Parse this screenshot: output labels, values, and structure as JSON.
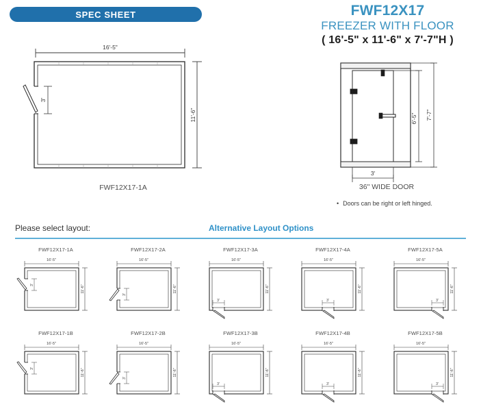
{
  "header": {
    "banner_label": "SPEC SHEET",
    "banner_color": "#2070ab",
    "title_model": "FWF12X17",
    "title_description": "FREEZER WITH FLOOR",
    "title_dimensions": "( 16'-5\" x 11'-6\" x 7'-7\"H )",
    "title_color": "#3a92c0"
  },
  "main_plan": {
    "caption": "FWF12X17-1A",
    "dim_width": "16'-5\"",
    "dim_depth": "11'-6\"",
    "dim_door": "3'"
  },
  "main_elevation": {
    "caption": "36\" WIDE DOOR",
    "dim_overall_height": "7'-7\"",
    "dim_door_height": "6'-5\"",
    "dim_door_width": "3'"
  },
  "notes": {
    "bullet_glyph": "•",
    "text": "Doors can be right or left hinged."
  },
  "select_bar": {
    "select_label": "Please select layout:",
    "alternative_label": "Alternative Layout Options",
    "rule_color": "#5fb0d8",
    "alt_color": "#2f91c8"
  },
  "thumbnails": {
    "dim_width": "16'-5\"",
    "dim_depth": "11'-6\"",
    "dim_door": "3'",
    "rows": [
      {
        "cells": [
          {
            "label": "FWF12X17-1A",
            "door": "left-upper"
          },
          {
            "label": "FWF12X17-2A",
            "door": "left-lower"
          },
          {
            "label": "FWF12X17-3A",
            "door": "bottom-left"
          },
          {
            "label": "FWF12X17-4A",
            "door": "bottom-center"
          },
          {
            "label": "FWF12X17-5A",
            "door": "bottom-right"
          }
        ]
      },
      {
        "cells": [
          {
            "label": "FWF12X17-1B",
            "door": "left-upper"
          },
          {
            "label": "FWF12X17-2B",
            "door": "left-lower"
          },
          {
            "label": "FWF12X17-3B",
            "door": "bottom-left"
          },
          {
            "label": "FWF12X17-4B",
            "door": "bottom-center"
          },
          {
            "label": "FWF12X17-5B",
            "door": "bottom-right"
          }
        ]
      }
    ]
  }
}
